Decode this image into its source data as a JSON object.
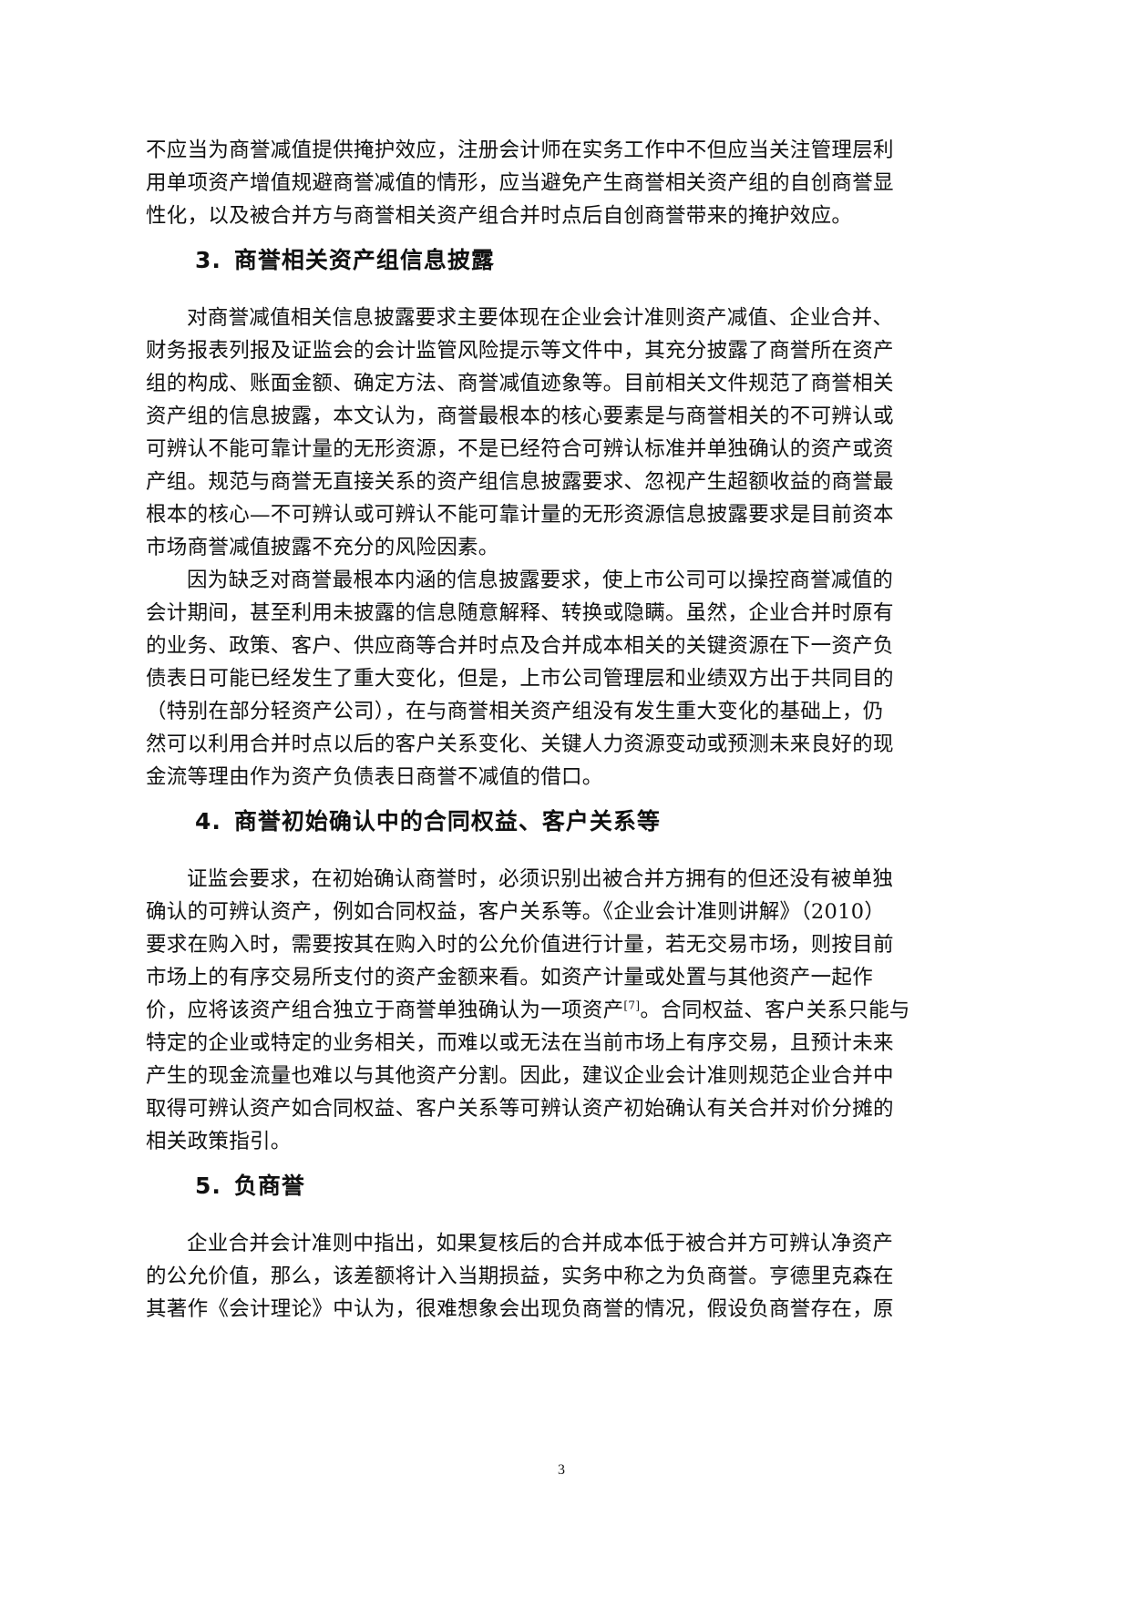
{
  "document": {
    "page_number": "3",
    "intro_paragraph": {
      "lines": [
        "不应当为商誉减值提供掩护效应，注册会计师在实务工作中不但应当关注管理层利",
        "用单项资产增值规避商誉减值的情形，应当避免产生商誉相关资产组的自创商誉显",
        "性化，以及被合并方与商誉相关资产组合并时点后自创商誉带来的掩护效应。"
      ]
    },
    "sections": [
      {
        "number": "3.",
        "title": "商誉相关资产组信息披露",
        "paragraphs": [
          {
            "lines": [
              "对商誉减值相关信息披露要求主要体现在企业会计准则资产减值、企业合并、",
              "财务报表列报及证监会的会计监管风险提示等文件中，其充分披露了商誉所在资产",
              "组的构成、账面金额、确定方法、商誉减值迹象等。目前相关文件规范了商誉相关",
              "资产组的信息披露，本文认为，商誉最根本的核心要素是与商誉相关的不可辨认或",
              "可辨认不能可靠计量的无形资源，不是已经符合可辨认标准并单独确认的资产或资",
              "产组。规范与商誉无直接关系的资产组信息披露要求、忽视产生超额收益的商誉最",
              "根本的核心—不可辨认或可辨认不能可靠计量的无形资源信息披露要求是目前资本",
              "市场商誉减值披露不充分的风险因素。"
            ]
          },
          {
            "lines": [
              "因为缺乏对商誉最根本内涵的信息披露要求，使上市公司可以操控商誉减值的",
              "会计期间，甚至利用未披露的信息随意解释、转换或隐瞒。虽然，企业合并时原有",
              "的业务、政策、客户、供应商等合并时点及合并成本相关的关键资源在下一资产负",
              "债表日可能已经发生了重大变化，但是，上市公司管理层和业绩双方出于共同目的",
              "（特别在部分轻资产公司），在与商誉相关资产组没有发生重大变化的基础上，仍",
              "然可以利用合并时点以后的客户关系变化、关键人力资源变动或预测未来良好的现",
              "金流等理由作为资产负债表日商誉不减值的借口。"
            ]
          }
        ]
      },
      {
        "number": "4.",
        "title": "商誉初始确认中的合同权益、客户关系等",
        "paragraphs": [
          {
            "lines": [
              "证监会要求，在初始确认商誉时，必须识别出被合并方拥有的但还没有被单独",
              "确认的可辨认资产，例如合同权益，客户关系等。《企业会计准则讲解》（2010）",
              "要求在购入时，需要按其在购入时的公允价值进行计量，若无交易市场，则按目前",
              "市场上的有序交易所支付的资产金额来看。如资产计量或处置与其他资产一起作",
              "价，应将该资产组合独立于商誉单独确认为一项资产",
              "特定的企业或特定的业务相关，而难以或无法在当前市场上有序交易，且预计未来",
              "产生的现金流量也难以与其他资产分割。因此，建议企业会计准则规范企业合并中",
              "取得可辨认资产如合同权益、客户关系等可辨认资产初始确认有关合并对价分摊的",
              "相关政策指引。"
            ],
            "citation": "[7]",
            "line5_after_citation": "。合同权益、客户关系只能与"
          }
        ]
      },
      {
        "number": "5.",
        "title": "负商誉",
        "paragraphs": [
          {
            "lines": [
              "企业合并会计准则中指出，如果复核后的合并成本低于被合并方可辨认净资产",
              "的公允价值，那么，该差额将计入当期损益，实务中称之为负商誉。亨德里克森在",
              "其著作《会计理论》中认为，很难想象会出现负商誉的情况，假设负商誉存在，原"
            ]
          }
        ]
      }
    ]
  }
}
